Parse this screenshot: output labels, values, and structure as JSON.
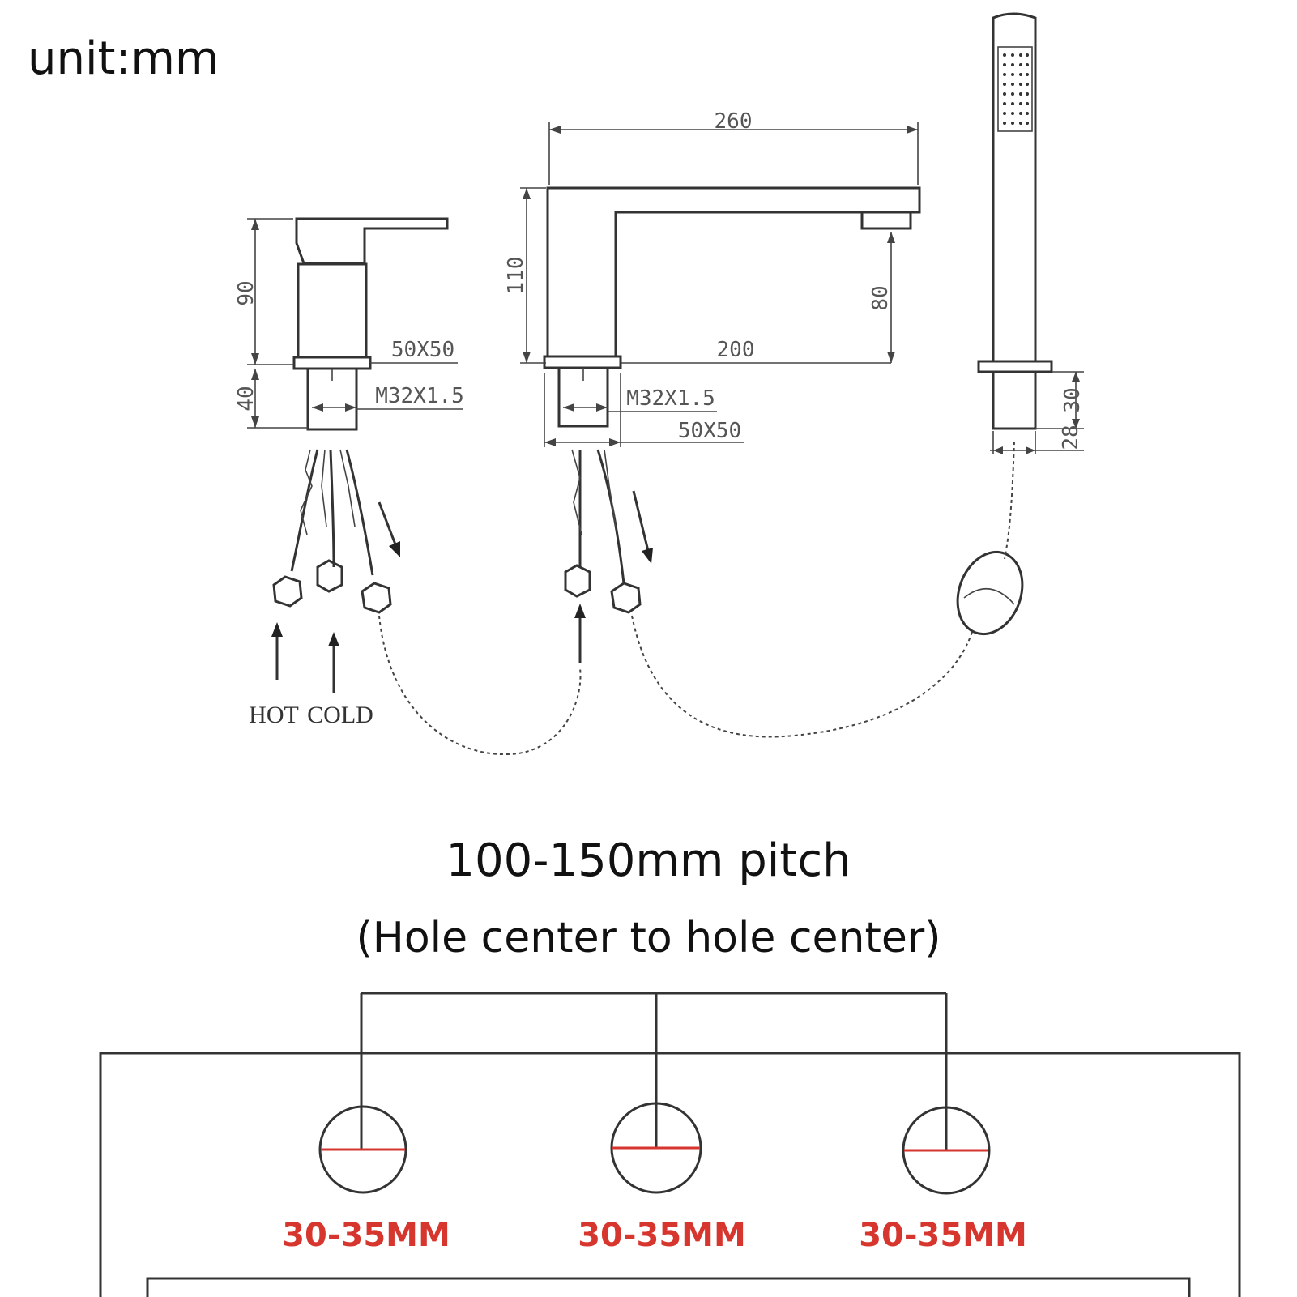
{
  "unit_label": "unit:mm",
  "pitch": {
    "title": "100-150mm pitch",
    "subtitle": "(Hole center to hole center)"
  },
  "mixer": {
    "height_dim": "90",
    "base_dim": "40",
    "flange_dim": "50X50",
    "thread_dim": "M32X1.5",
    "hot_label": "HOT",
    "cold_label": "COLD"
  },
  "spout": {
    "length_dim": "260",
    "height_dim": "110",
    "outlet_height_dim": "80",
    "reach_dim": "200",
    "thread_dim": "M32X1.5",
    "flange_dim": "50X50"
  },
  "handshower": {
    "base_height_dim": "30",
    "diameter_dim": "28"
  },
  "holes": [
    {
      "label": "30-35MM"
    },
    {
      "label": "30-35MM"
    },
    {
      "label": "30-35MM"
    }
  ],
  "colors": {
    "line": "#333333",
    "accent_red": "#d6362e"
  }
}
